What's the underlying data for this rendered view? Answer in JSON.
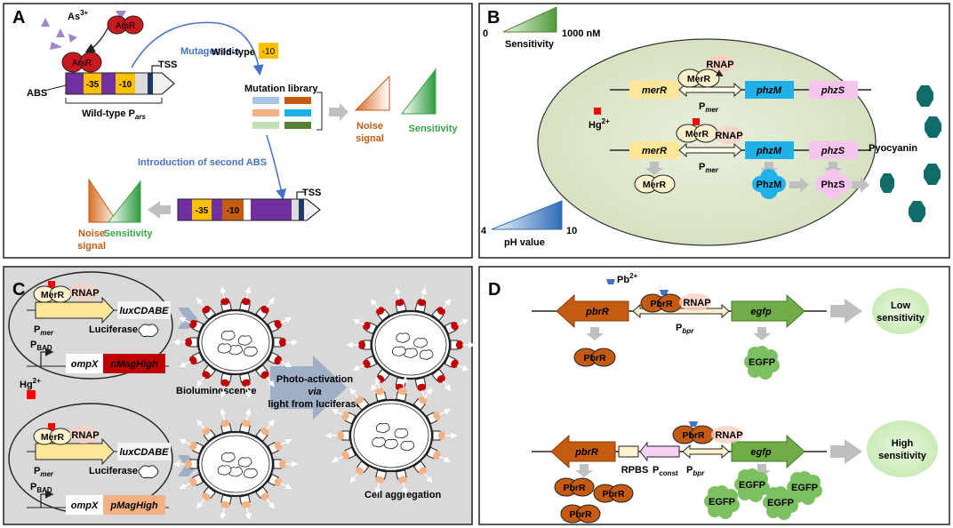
{
  "panels": {
    "a": {
      "letter": "A",
      "arsenite": "As",
      "arsenite_charge": "3+",
      "repressor": "ArsR",
      "mutagenesis": "Mutagenesis",
      "wild_type": "Wild-type",
      "minus10": "-10",
      "minus35": "-35",
      "tss": "TSS",
      "abs": "ABS",
      "wild_type_promoter": "Wild-type P",
      "promoter_sub": "ars",
      "mutation_library": "Mutation library",
      "noise_signal_line1": "Noise",
      "noise_signal_line2": "signal",
      "sensitivity": "Sensitivity",
      "second_abs": "Introduction of second ABS"
    },
    "b": {
      "letter": "B",
      "sens_scale_min": "0",
      "sens_scale_max": "1000 nM",
      "sensitivity": "Sensitivity",
      "rnap": "RNAP",
      "merr_gene": "merR",
      "merr_protein": "MerR",
      "phzm_gene": "phzM",
      "phzs_gene": "phzS",
      "phzm_protein": "PhzM",
      "phzs_protein": "PhzS",
      "promoter": "P",
      "promoter_sub": "mer",
      "mercury": "Hg",
      "mercury_charge": "2+",
      "pyocyanin": "Pyocyanin",
      "ph_min": "4",
      "ph_max": "10",
      "ph_label": "pH value"
    },
    "c": {
      "letter": "C",
      "merr": "MerR",
      "rnap": "RNAP",
      "lux": "luxCDABE",
      "promoter": "P",
      "promoter_sub": "mer",
      "luciferase": "Luciferase",
      "pbad": "P",
      "pbad_sub": "BAD",
      "ompx": "ompX",
      "nmag": "nMagHigh",
      "pmag": "pMagHigh",
      "mercury": "Hg",
      "mercury_charge": "2+",
      "bioluminescence": "Bioluminescence",
      "photo_line1": "Photo-activation",
      "photo_line2": "via",
      "photo_line3": "light from luciferase",
      "cell_aggregation": "Cell aggregation"
    },
    "d": {
      "letter": "D",
      "lead": "Pb",
      "lead_charge": "2+",
      "pbrr_gene": "pbrR",
      "pbrr_protein": "PbrR",
      "rnap": "RNAP",
      "egfp_gene": "egfp",
      "egfp_protein": "EGFP",
      "promoter": "P",
      "promoter_sub": "bpr",
      "low_line1": "Low",
      "low_line2": "sensitivity",
      "high_line1": "High",
      "high_line2": "sensitivity",
      "rpbs": "RPBS",
      "pconst": "P",
      "pconst_sub": "const"
    }
  },
  "colors": {
    "arsr": "#c8191e",
    "promoter_purple": "#7030a0",
    "minus10": "#ffc000",
    "minus10_mut": "#c55a11",
    "mutagenesis_text": "#4472c4",
    "noise": "#c55a11",
    "sensitivity": "#38a349",
    "cell_fill": "#e2ebd2",
    "merr_gene": "#ffe699",
    "phzm": "#1fb1e8",
    "phzs": "#f6c4ee",
    "pyocyanin": "#0f6c68",
    "panel_c_bg": "#d9d9d9",
    "nmag": "#c00000",
    "pmag": "#f4b183",
    "pbrr": "#c55a11",
    "egfp": "#70ad47",
    "egfp_blob": "#7cc062",
    "sensitivity_blob": "#d6f0c8",
    "mercury": "#ff0000",
    "lead": "#4472c4"
  }
}
